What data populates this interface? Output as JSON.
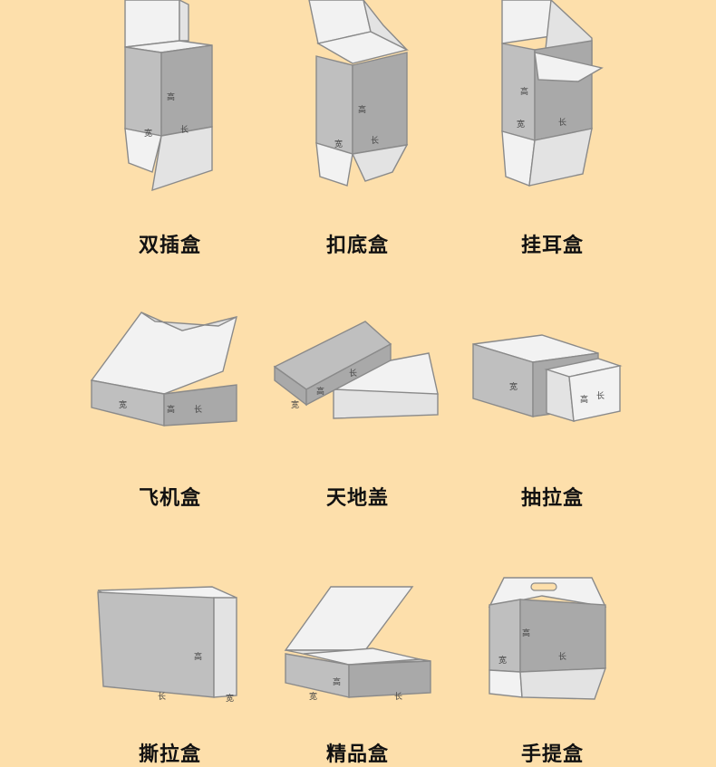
{
  "boxes": [
    {
      "name": "双插盒",
      "dims": [
        "高",
        "宽",
        "长"
      ]
    },
    {
      "name": "扣底盒",
      "dims": [
        "高",
        "宽",
        "长"
      ]
    },
    {
      "name": "挂耳盒",
      "dims": [
        "高",
        "宽",
        "长"
      ]
    },
    {
      "name": "飞机盒",
      "dims": [
        "宽",
        "高",
        "长"
      ]
    },
    {
      "name": "天地盖",
      "dims": [
        "宽",
        "高",
        "长"
      ]
    },
    {
      "name": "抽拉盒",
      "dims": [
        "宽",
        "高",
        "长"
      ]
    },
    {
      "name": "撕拉盒",
      "dims": [
        "高",
        "长",
        "宽"
      ]
    },
    {
      "name": "精品盒",
      "dims": [
        "高",
        "宽",
        "长"
      ]
    },
    {
      "name": "手提盒",
      "dims": [
        "高",
        "宽",
        "长"
      ]
    }
  ]
}
